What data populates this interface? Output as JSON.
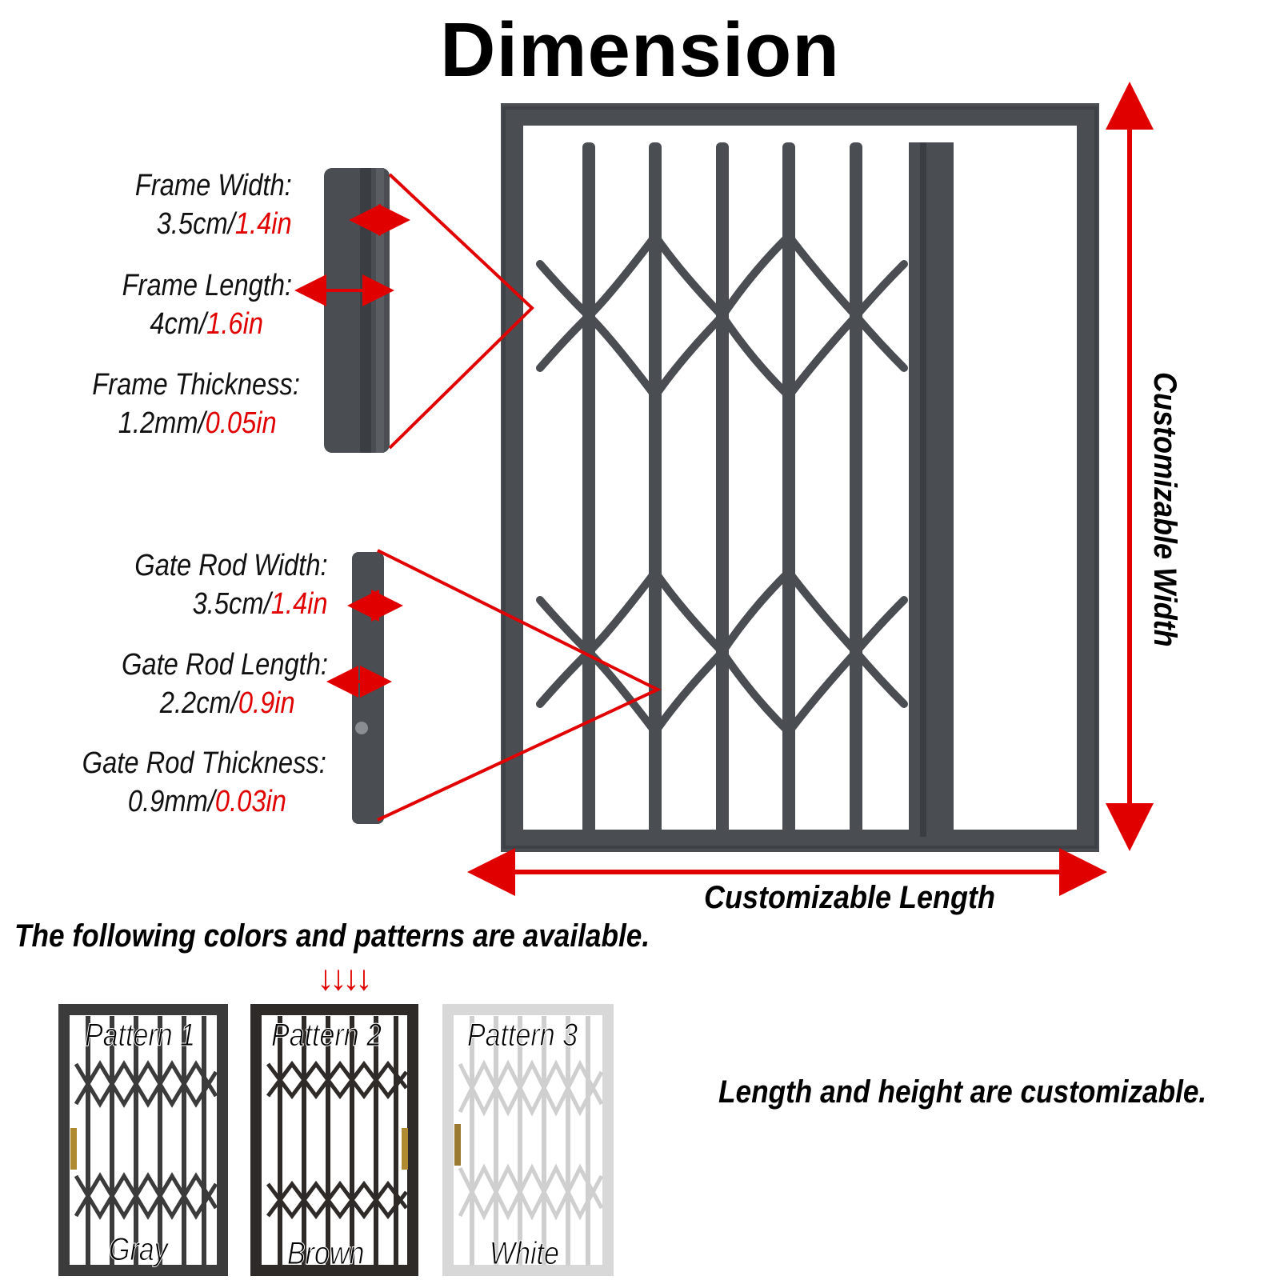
{
  "title": "Dimension",
  "frame_specs": [
    {
      "label": "Frame Width:",
      "metric": "3.5cm/",
      "imperial": "1.4in"
    },
    {
      "label": "Frame Length:",
      "metric": "4cm/",
      "imperial": "1.6in"
    },
    {
      "label": "Frame Thickness:",
      "metric": "1.2mm/",
      "imperial": "0.05in"
    }
  ],
  "rod_specs": [
    {
      "label": "Gate Rod Width:",
      "metric": "3.5cm/",
      "imperial": "1.4in"
    },
    {
      "label": "Gate Rod Length:",
      "metric": "2.2cm/",
      "imperial": "0.9in"
    },
    {
      "label": "Gate Rod Thickness:",
      "metric": "0.9mm/",
      "imperial": "0.03in"
    }
  ],
  "customizable_width": "Customizable Width",
  "customizable_length": "Customizable Length",
  "available_note": "The following colors and patterns are available.",
  "down_arrows": "↓↓↓↓",
  "custom_note": "Length and height are customizable.",
  "patterns": [
    {
      "name": "Pattern 1",
      "color": "Gray"
    },
    {
      "name": "Pattern 2",
      "color": "Brown"
    },
    {
      "name": "Pattern 3",
      "color": "White"
    }
  ],
  "colors": {
    "gate": "#4a4d52",
    "accent": "#e00000",
    "white_gate": "#d8d8d8"
  }
}
